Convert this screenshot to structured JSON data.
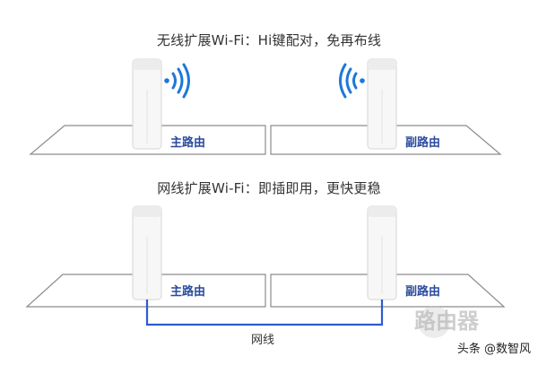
{
  "headings": {
    "top": "无线扩展Wi-Fi：Hi键配对，免再布线",
    "bottom": "网线扩展Wi-Fi：即插即用，更快更稳"
  },
  "labels": {
    "main_router": "主路由",
    "sub_router": "副路由",
    "cable": "网线"
  },
  "watermark": "头条 @数智风",
  "logo_text": "路由器",
  "colors": {
    "wifi_blue": "#1e78d6",
    "cable_blue": "#2d5bd1",
    "label_blue": "#2a4a9c",
    "outline": "#8c8c8c"
  }
}
